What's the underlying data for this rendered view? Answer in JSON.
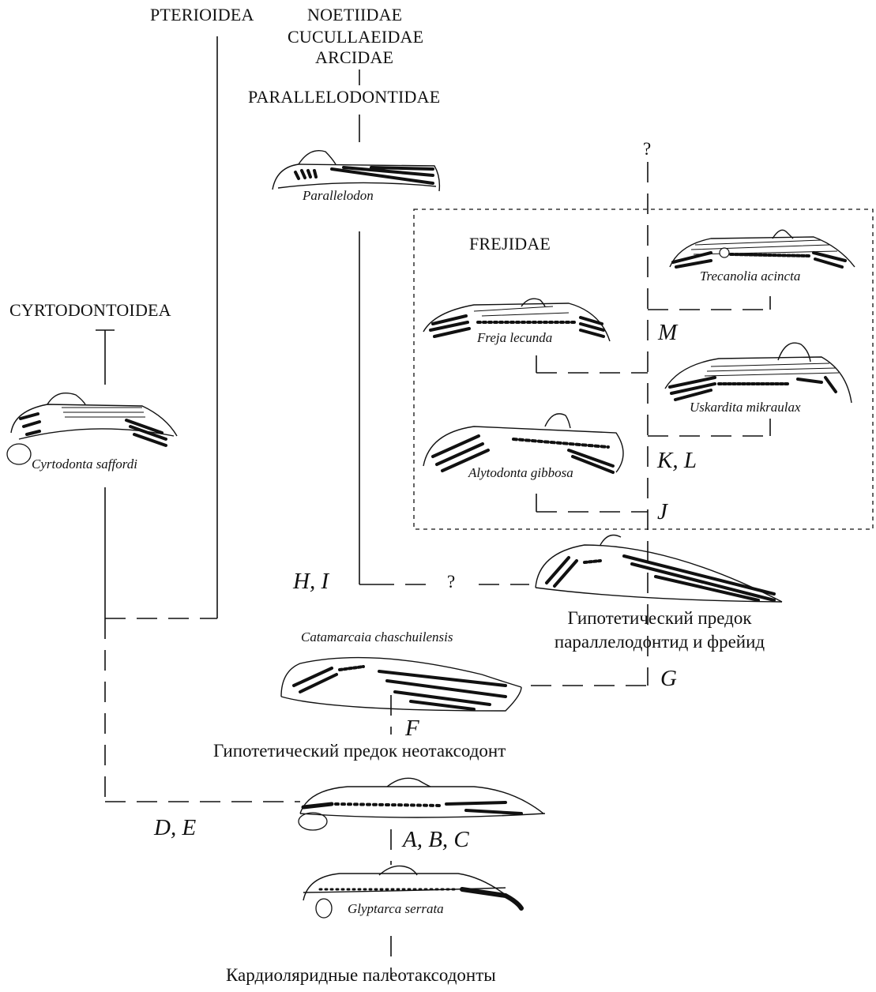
{
  "taxa_upper": {
    "pterioidea": "PTERIOIDEA",
    "noetiidae": "NOETIIDAE",
    "cucullaeidae": "CUCULLAEIDAE",
    "arcidae": "ARCIDAE",
    "parallelodontidae": "PARALLELODONTIDAE",
    "cyrtodontoidea": "CYRTODONTOIDEA",
    "frejidae": "FREJIDAE"
  },
  "species": {
    "parallelodon": "Parallelodon",
    "trecanolia": "Trecanolia acincta",
    "freja": "Freja lecunda",
    "uskardita": "Uskardita mikraulax",
    "alytodonta": "Alytodonta gibbosa",
    "cyrtodonta": "Cyrtodonta saffordi",
    "catamarcaia": "Catamarcaia chaschuilensis",
    "glyptarca": "Glyptarca serrata"
  },
  "nodes": {
    "m": "M",
    "kl": "K, L",
    "j": "J",
    "hi": "H, I",
    "g": "G",
    "f": "F",
    "de": "D, E",
    "abc": "A, B, C"
  },
  "question_marks": {
    "top": "?",
    "middle": "?"
  },
  "russian_labels": {
    "ancestor_par_frej": "Гипотетический предок\nпараллелодонтид и фрейид",
    "ancestor_neotax": "Гипотетический предок неотаксодонт",
    "cardiolarid": "Кардиоляридные палеотаксодонты"
  }
}
